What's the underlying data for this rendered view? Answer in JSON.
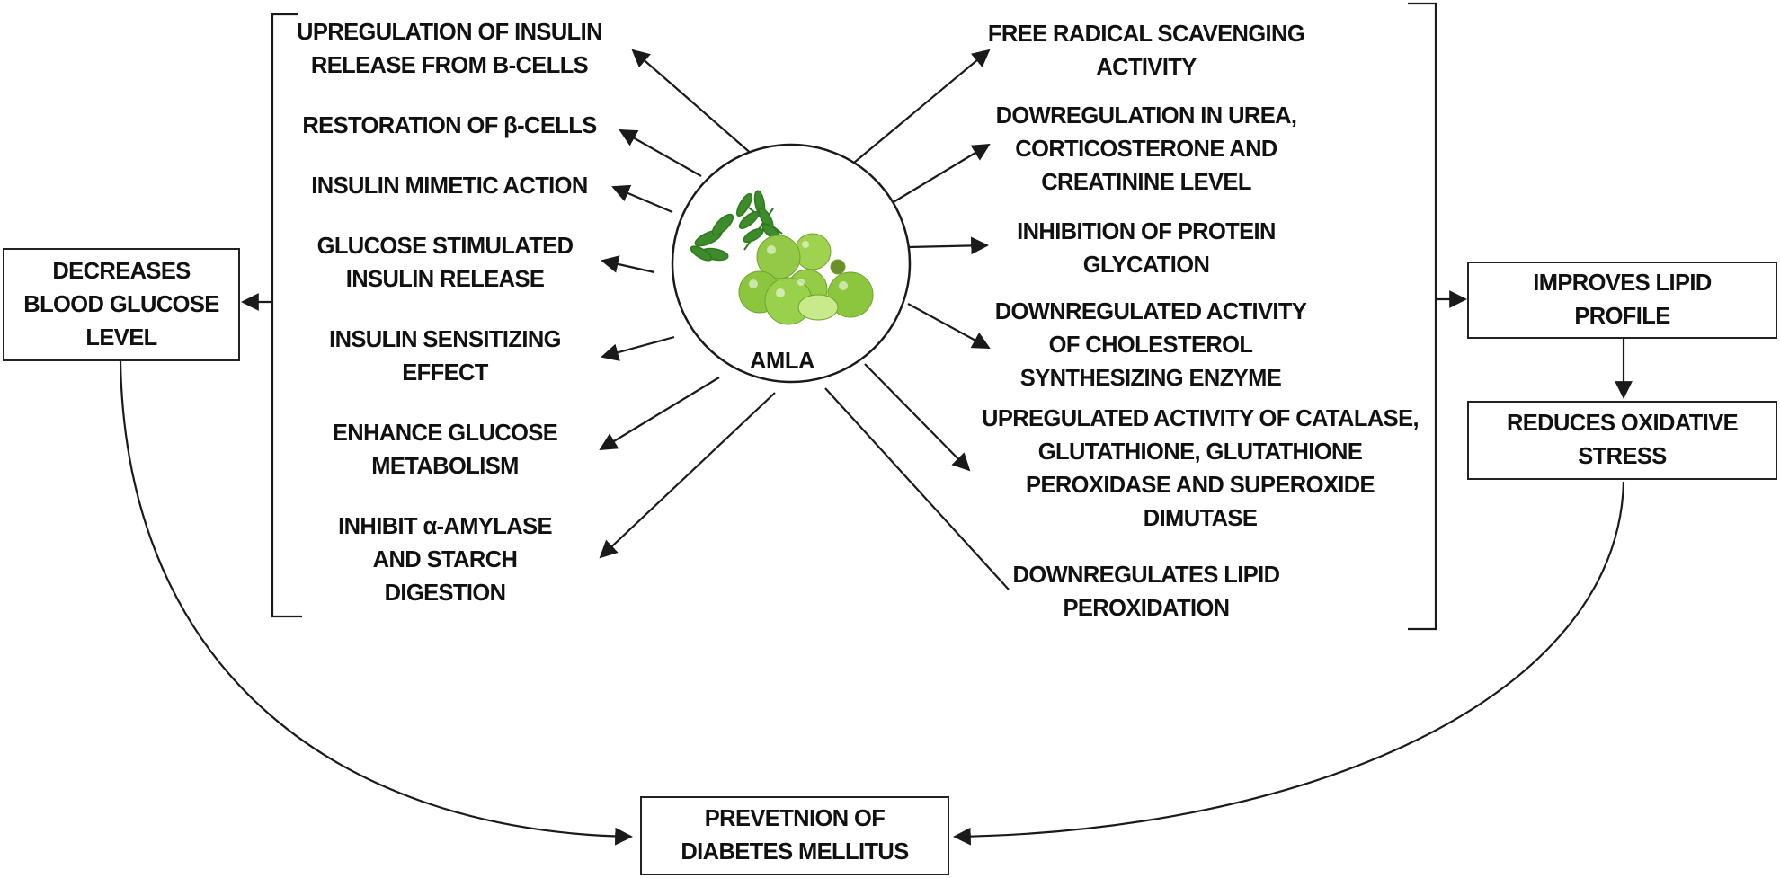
{
  "center": {
    "label": "AMLA",
    "image": "amla-fruit-image"
  },
  "left_effects": [
    "UPREGULATION OF INSULIN\nRELEASE FROM B-CELLS",
    "RESTORATION OF β-CELLS",
    "INSULIN MIMETIC ACTION",
    "GLUCOSE STIMULATED\nINSULIN RELEASE",
    "INSULIN SENSITIZING\nEFFECT",
    "ENHANCE GLUCOSE\nMETABOLISM",
    "INHIBIT α-AMYLASE\nAND STARCH\nDIGESTION"
  ],
  "right_effects": [
    "FREE RADICAL SCAVENGING\nACTIVITY",
    "DOWREGULATION IN UREA,\nCORTICOSTERONE AND\nCREATININE LEVEL",
    "INHIBITION OF PROTEIN\nGLYCATION",
    "DOWNREGULATED ACTIVITY\nOF CHOLESTEROL\nSYNTHESIZING ENZYME",
    "UPREGULATED ACTIVITY OF CATALASE,\nGLUTATHIONE, GLUTATHIONE\nPEROXIDASE AND SUPEROXIDE\nDIMUTASE",
    "DOWNREGULATES LIPID\nPEROXIDATION"
  ],
  "outcomes": {
    "blood_glucose": "DECREASES\nBLOOD GLUCOSE\nLEVEL",
    "lipid_profile": "IMPROVES LIPID\nPROFILE",
    "oxidative_stress": "REDUCES OXIDATIVE\nSTRESS",
    "prevention": "PREVETNION OF\nDIABETES MELLITUS"
  },
  "colors": {
    "line": "#1a1a1a",
    "fruit": "#8cc63f",
    "leaf": "#3d8b2a"
  }
}
